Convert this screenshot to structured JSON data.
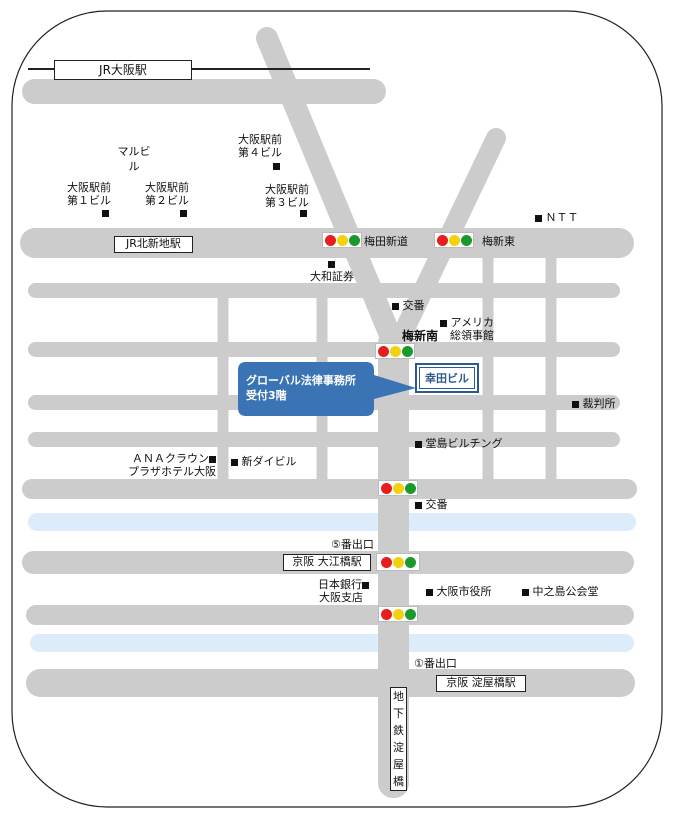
{
  "stations": {
    "jr_osaka": "JR大阪駅",
    "jr_kitashinchi": "JR北新地駅",
    "keihan_oebashi": "京阪 大江橋駅",
    "keihan_yodoyabashi": "京阪 淀屋橋駅",
    "subway_yodoyabashi": [
      "地",
      "下",
      "鉄",
      "淀",
      "屋",
      "橋"
    ]
  },
  "target": {
    "building": "幸田ビル",
    "callout_line1": "グローバル法律事務所",
    "callout_line2": "受付3階"
  },
  "landmarks": {
    "marubiru_1": "マルビ",
    "marubiru_2": "ル",
    "ekimae4_1": "大阪駅前",
    "ekimae4_2": "第４ビル",
    "ekimae1_1": "大阪駅前",
    "ekimae1_2": "第１ビル",
    "ekimae2_1": "大阪駅前",
    "ekimae2_2": "第２ビル",
    "ekimae3_1": "大阪駅前",
    "ekimae3_2": "第３ビル",
    "ntt": "ＮＴＴ",
    "daiwa": "大和証券",
    "koban1": "交番",
    "america_1": "アメリカ",
    "america_2": "総領事館",
    "court": "裁判所",
    "dojima": "堂島ビルチング",
    "ana_1": "ＡＮＡクラウン",
    "ana_2": "プラザホテル大阪",
    "shindai": "新ダイビル",
    "koban2": "交番",
    "boj_1": "日本銀行",
    "boj_2": "大阪支店",
    "cityhall": "大阪市役所",
    "nakanoshima": "中之島公会堂"
  },
  "intersections": {
    "umeda_shinmichi": "梅田新道",
    "umeshin_higashi": "梅新東",
    "umeshin_minami": "梅新南"
  },
  "exits": {
    "exit5": "⑤番出口",
    "exit1": "①番出口"
  },
  "colors": {
    "road": "#cccccc",
    "river": "#dcecfa",
    "callout": "#3a74b5",
    "signal_red": "#e81d1d",
    "signal_yellow": "#f3d10e",
    "signal_green": "#1a9a2e"
  }
}
